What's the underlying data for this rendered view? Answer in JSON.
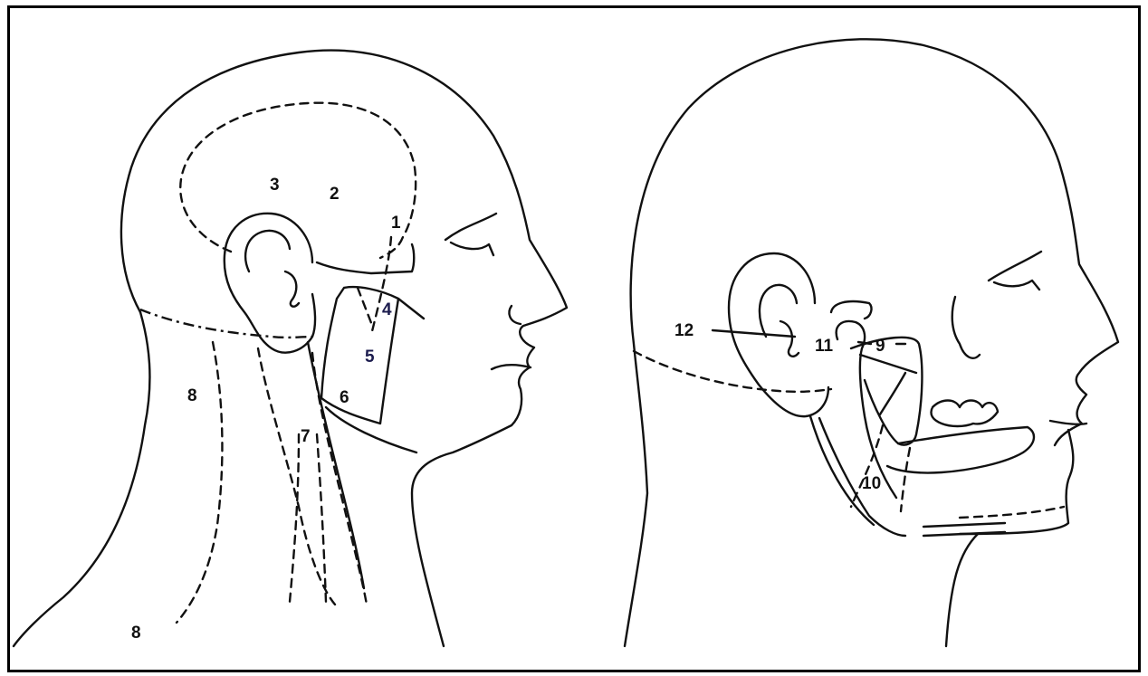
{
  "labels": {
    "l1": "1",
    "l2": "2",
    "l3": "3",
    "l4": "4",
    "l5": "5",
    "l6": "6",
    "l7": "7",
    "l8a": "8",
    "l8b": "8",
    "l9": "9",
    "l10": "10",
    "l11": "11",
    "l12": "12"
  }
}
